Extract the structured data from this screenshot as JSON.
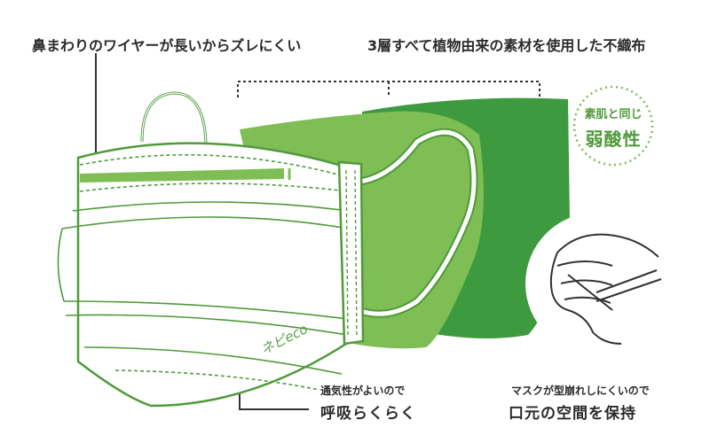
{
  "labels": {
    "wire": "鼻まわりのワイヤーが長いからズレにくい",
    "layers": "3層すべて植物由来の素材を使用した不織布",
    "breath_sub": "通気性がよいので",
    "breath_main": "呼吸らくらく",
    "shape_sub": "マスクが型崩れしにくいので",
    "shape_main": "口元の空間を保持"
  },
  "badge": {
    "line1": "素肌と同じ",
    "line2": "弱酸性"
  },
  "brand_mark": "ネピeco",
  "colors": {
    "dark_green": "#3d9a3e",
    "light_green": "#7fbd55",
    "line_green": "#4f9a3a",
    "text": "#2b2b2b"
  }
}
